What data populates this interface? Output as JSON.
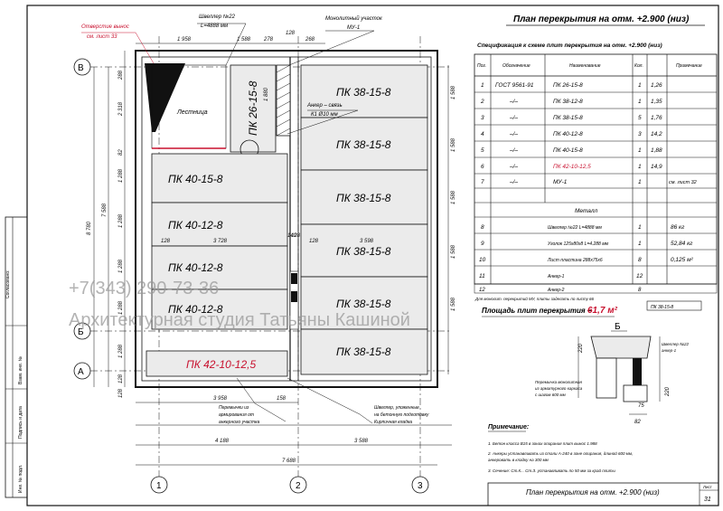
{
  "sheet": {
    "title_top": "План перекрытия на отм. +2.900 (низ)",
    "title_bottom": "План перекрытия на отм. +2.900 (низ)",
    "sheet_label": "Лист",
    "sheet_number": "31"
  },
  "side_stamp": {
    "s1": "Согласовано:",
    "s2": "Взам. инв. №",
    "s3": "Подпись и дата",
    "s4": "Инв. № подл."
  },
  "callouts": {
    "opening": "Отверстие вынос\nсм. лист 33",
    "sheave": "Швеллер №22\nL=4888 мм",
    "monolith": "Монолитный участок\nМУ-1",
    "stair": "Лестница",
    "anchor_note": "Анкер – связь\nК1 Ø10 мм",
    "beam_note": "Швеллер, уложенные\nна бетонную подготовку\nКирпичная кладка",
    "lintel_note": "Перемычки из\nармирования от\nанкерного участка",
    "b_label": "б"
  },
  "dims": {
    "top": [
      "1 958",
      "1 588",
      "278",
      "128",
      "268"
    ],
    "left": [
      "288",
      "2 318",
      "82",
      "1 288",
      "1 288",
      "1 288",
      "1 288",
      "1 288",
      "128",
      "128"
    ],
    "mid_row": [
      "128",
      "3 728",
      "128",
      "3 598",
      "128"
    ],
    "right": [
      "1 588",
      "1 588",
      "1 588",
      "1 588",
      "1 588"
    ],
    "bottom_a": "3 958",
    "bottom_a2": "158",
    "bottom_b": "4 188",
    "bottom_c": "3 588",
    "overall": "7 688",
    "left_total": "8 780",
    "left_total2": "7 588",
    "v_small": "1 880",
    "v_small2": "140"
  },
  "axes": {
    "letters": [
      "В",
      "Б",
      "А"
    ],
    "numbers": [
      "1",
      "2",
      "3"
    ]
  },
  "slabs": {
    "left": [
      "ПК 40-15-8",
      "ПК 40-12-8",
      "ПК 40-12-8",
      "ПК 40-12-8"
    ],
    "right": [
      "ПК 38-15-8",
      "ПК 38-15-8",
      "ПК 38-15-8",
      "ПК 38-15-8",
      "ПК 38-15-8",
      "ПК 38-15-8"
    ],
    "vertical": "ПК 26-15-8",
    "red": "ПК 42-10-12,5"
  },
  "spec": {
    "title": "Спецификация к схеме плит перекрытия на отм. +2.900 (низ)",
    "headers": [
      "Поз.",
      "Обозначение",
      "Наименование",
      "Кол.",
      "Примечание"
    ],
    "rows": [
      {
        "pos": "1",
        "code": "ГОСТ 9561-91",
        "name": "ПК 26-15-8",
        "qty": "1",
        "note": "1,26"
      },
      {
        "pos": "2",
        "code": "–/–",
        "name": "ПК 38-12-8",
        "qty": "1",
        "note": "1,35"
      },
      {
        "pos": "3",
        "code": "–/–",
        "name": "ПК 38-15-8",
        "qty": "5",
        "note": "1,76"
      },
      {
        "pos": "4",
        "code": "–/–",
        "name": "ПК 40-12-8",
        "qty": "3",
        "note": "14,2"
      },
      {
        "pos": "5",
        "code": "–/–",
        "name": "ПК 40-15-8",
        "qty": "1",
        "note": "1,88"
      },
      {
        "pos": "6",
        "code": "–/–",
        "name": "ПК 42-10-12,5",
        "qty": "1",
        "note": "14,9"
      },
      {
        "pos": "7",
        "code": "–/–",
        "name": "МУ-1",
        "qty": "1",
        "note": "см. лист 32"
      }
    ],
    "materials_title": "Металл",
    "rows2": [
      {
        "pos": "8",
        "name": "Швеллер №22 L=4888 мм",
        "qty": "1",
        "note": "86 кг"
      },
      {
        "pos": "9",
        "name": "Уголок 125х80х8 L=4.288 мм",
        "qty": "1",
        "note": "52,84 кг"
      },
      {
        "pos": "10",
        "name": "Лист пластина 288х75х6",
        "qty": "8",
        "note": "0,125 м²"
      },
      {
        "pos": "11",
        "name": "Анкер-1",
        "qty": "12",
        "note": ""
      },
      {
        "pos": "12",
        "name": "Анкер-2",
        "qty": "8",
        "note": ""
      }
    ],
    "footnote": "Для монолит. перекрытий МУ, плиты заделать по листу 66"
  },
  "area": {
    "label": "Площадь плит перекрытия –",
    "value": "61,7 м²"
  },
  "detail": {
    "letter": "Б",
    "tag": "ПК 38-15-8",
    "label_top": "Швеллер №22\nанкер-1",
    "label_left": "Перемычка монолитная\nиз арматурного каркаса\nс шагом 600 мм",
    "d220": "220",
    "d220b": "220",
    "d75": "75",
    "d82": "82"
  },
  "notes": {
    "title": "Примечание:",
    "lines": [
      "1. Бетон класса В15 в зонах опирания плит вынос 1.988",
      "2. Анкеры устанавливать из стали А-240 в зоне опирания, длиной 600 мм,",
      "   анкеровать в кладку на 300 мм",
      "3. Сечение: Ст.К... Ст.З. устанавливать по 50 мм за край плиты"
    ]
  },
  "watermark": {
    "line1": "+7(343) 290-73-36",
    "line2": "Архитектурная студия Татьяны Кашиной"
  },
  "colors": {
    "accent_red": "#c8102e",
    "line": "#111111",
    "slab_fill": "#ebebeb",
    "watermark": "#9a9a9a"
  }
}
